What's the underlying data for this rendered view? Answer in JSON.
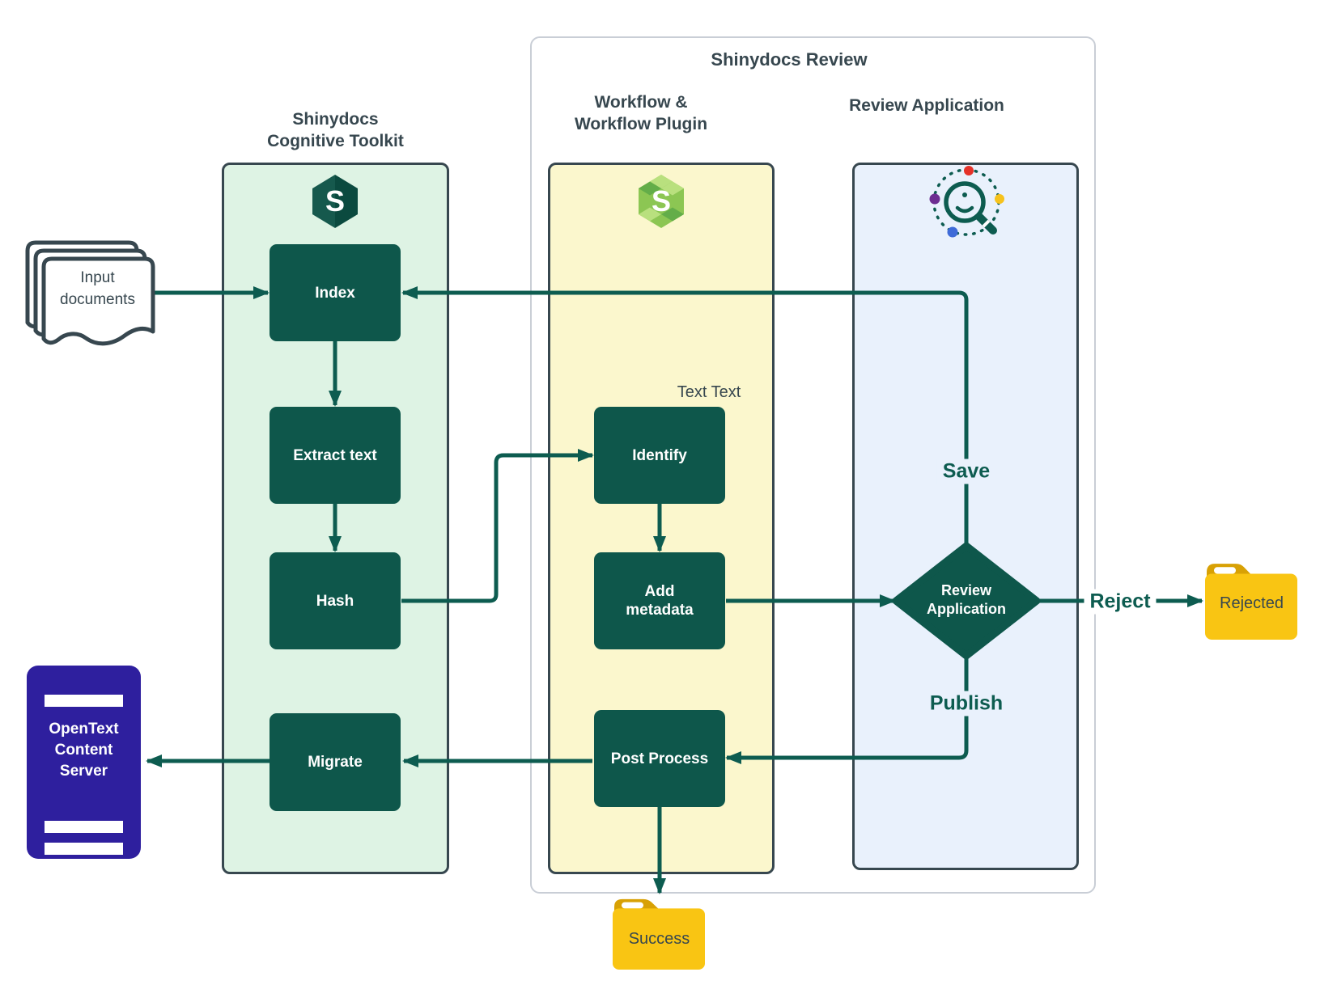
{
  "colors": {
    "accent": "#0d5c50",
    "node_fill": "#0e574b",
    "slate": "#37474f",
    "panel_green": "#def3e4",
    "panel_yellow": "#fbf7cd",
    "panel_blue": "#e9f1fc",
    "panel_border": "#37474f",
    "outer_border": "#c9ced6",
    "folder_body": "#f9c513",
    "folder_tab": "#d8a105",
    "server_fill": "#2e1f9e",
    "hex_left": "#16594d",
    "hex_right": "#0b4a3f",
    "logo_green_1": "#b9e07e",
    "logo_green_2": "#8cc653",
    "logo_green_3": "#63ad49",
    "dot_red": "#e53229",
    "dot_yellow": "#f6c21c",
    "dot_purple": "#6c2d91",
    "dot_blue": "#3f6bd8"
  },
  "headers": {
    "cognitive": {
      "lines": [
        "Shinydocs",
        "Cognitive Toolkit"
      ]
    },
    "review_group": {
      "title": "Shinydocs Review"
    },
    "workflow": {
      "lines": [
        "Workflow &",
        "Workflow Plugin"
      ]
    },
    "review_app": {
      "title": "Review Application"
    }
  },
  "nodes": {
    "input_documents": {
      "lines": [
        "Input",
        "documents"
      ]
    },
    "index": {
      "label": "Index"
    },
    "extract_text": {
      "label": "Extract text"
    },
    "hash": {
      "label": "Hash"
    },
    "migrate": {
      "label": "Migrate"
    },
    "identify": {
      "label": "Identify"
    },
    "add_metadata": {
      "lines": [
        "Add",
        "metadata"
      ]
    },
    "post_process": {
      "label": "Post Process"
    },
    "review_application": {
      "lines": [
        "Review",
        "Application"
      ]
    },
    "opentext_server": {
      "lines": [
        "OpenText",
        "Content",
        "Server"
      ]
    },
    "rejected_folder": {
      "label": "Rejected"
    },
    "success_folder": {
      "label": "Success"
    }
  },
  "annotations": {
    "text_text": "Text Text",
    "save": "Save",
    "publish": "Publish",
    "reject": "Reject"
  }
}
